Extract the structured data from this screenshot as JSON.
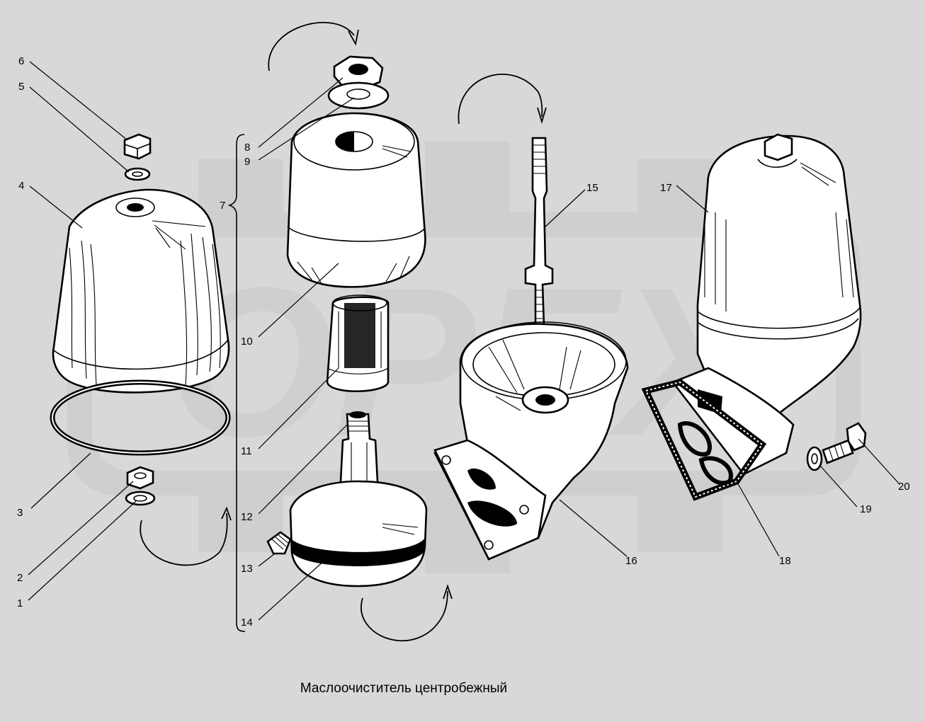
{
  "caption": "Маслоочиститель центробежный",
  "callouts": {
    "n1": "1",
    "n2": "2",
    "n3": "3",
    "n4": "4",
    "n5": "5",
    "n6": "6",
    "n7": "7",
    "n8": "8",
    "n9": "9",
    "n10": "10",
    "n11": "11",
    "n12": "12",
    "n13": "13",
    "n14": "14",
    "n15": "15",
    "n16": "16",
    "n17": "17",
    "n18": "18",
    "n19": "19",
    "n20": "20"
  },
  "watermark": "ОРЕХ"
}
